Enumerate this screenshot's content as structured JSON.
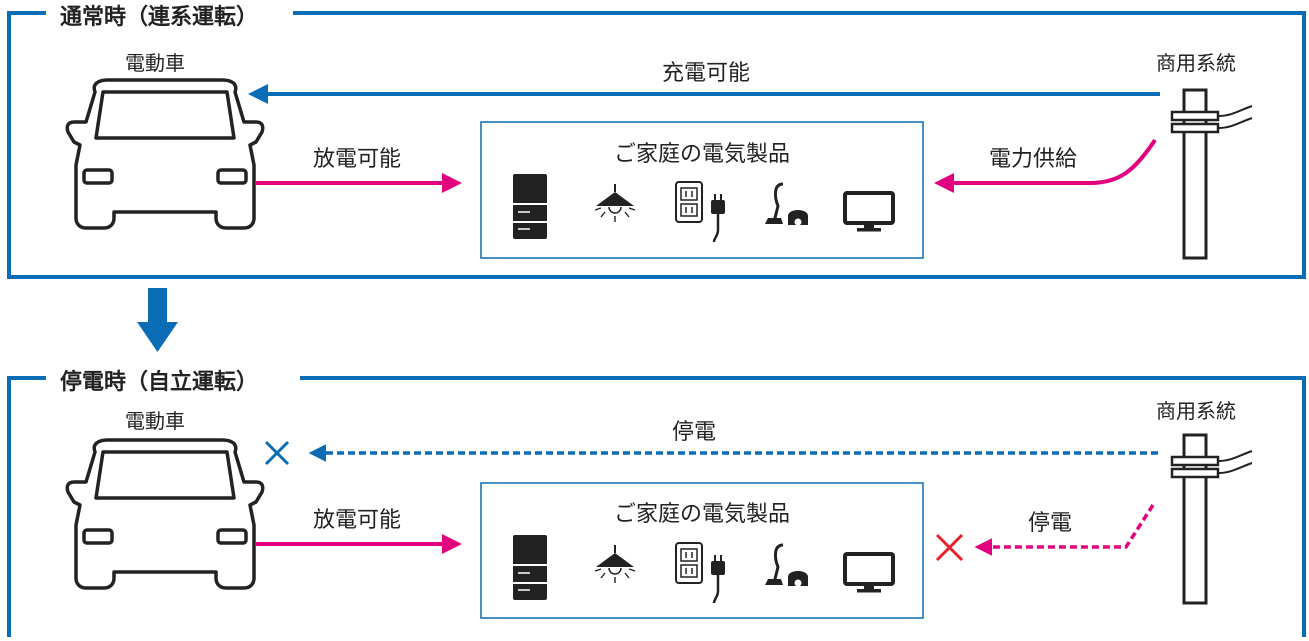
{
  "colors": {
    "blue": "#0a6cb4",
    "magenta": "#e2007e",
    "red": "#e8202a",
    "frame": "#0a6cb4",
    "ink": "#222222"
  },
  "panels": [
    {
      "title": "通常時（連系運転）",
      "car_label": "電動車",
      "grid_label": "商用系統",
      "top_arrow_label": "充電可能",
      "discharge_label": "放電可能",
      "supply_label": "電力供給",
      "appliances_title": "ご家庭の電気製品",
      "top_arrow_blocked": false,
      "supply_blocked": false
    },
    {
      "title": "停電時（自立運転）",
      "car_label": "電動車",
      "grid_label": "商用系統",
      "top_arrow_label": "停電",
      "discharge_label": "放電可能",
      "supply_label": "停電",
      "appliances_title": "ご家庭の電気製品",
      "top_arrow_blocked": true,
      "supply_blocked": true
    }
  ],
  "icons": [
    "refrigerator-icon",
    "ceiling-light-icon",
    "outlet-plug-icon",
    "vacuum-cleaner-icon",
    "television-icon"
  ]
}
